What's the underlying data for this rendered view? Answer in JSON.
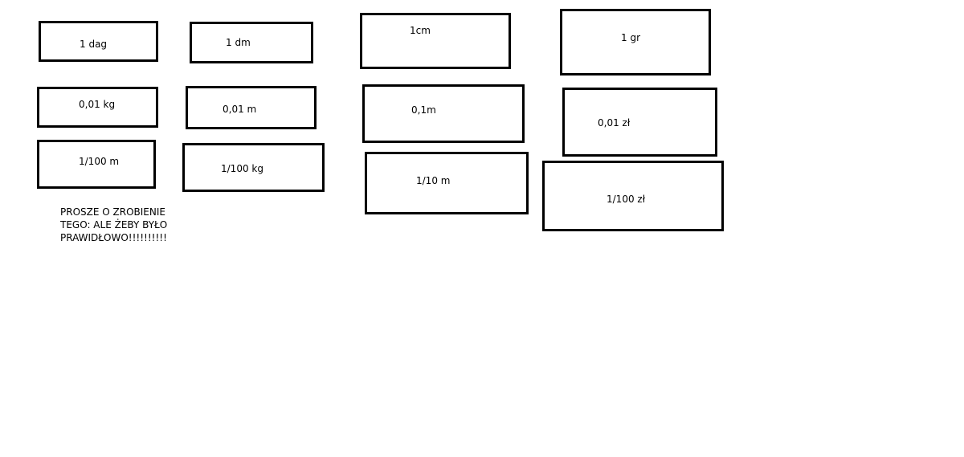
{
  "boxes": {
    "b1": "1 dag",
    "b2": "1 dm",
    "b3": "1cm",
    "b4": "1 gr",
    "b5": "0,01 kg",
    "b6": "0,01 m",
    "b7": "0,1m",
    "b8": "0,01 zł",
    "b9": "1/100 m",
    "b10": "1/100 kg",
    "b11": "1/10 m",
    "b12": "1/100 zł"
  },
  "note": {
    "line1": "PROSZE O ZROBIENIE",
    "line2": "TEGO: ALE ŻEBY BYŁO",
    "line3": "PRAWIDŁOWO!!!!!!!!!!"
  }
}
